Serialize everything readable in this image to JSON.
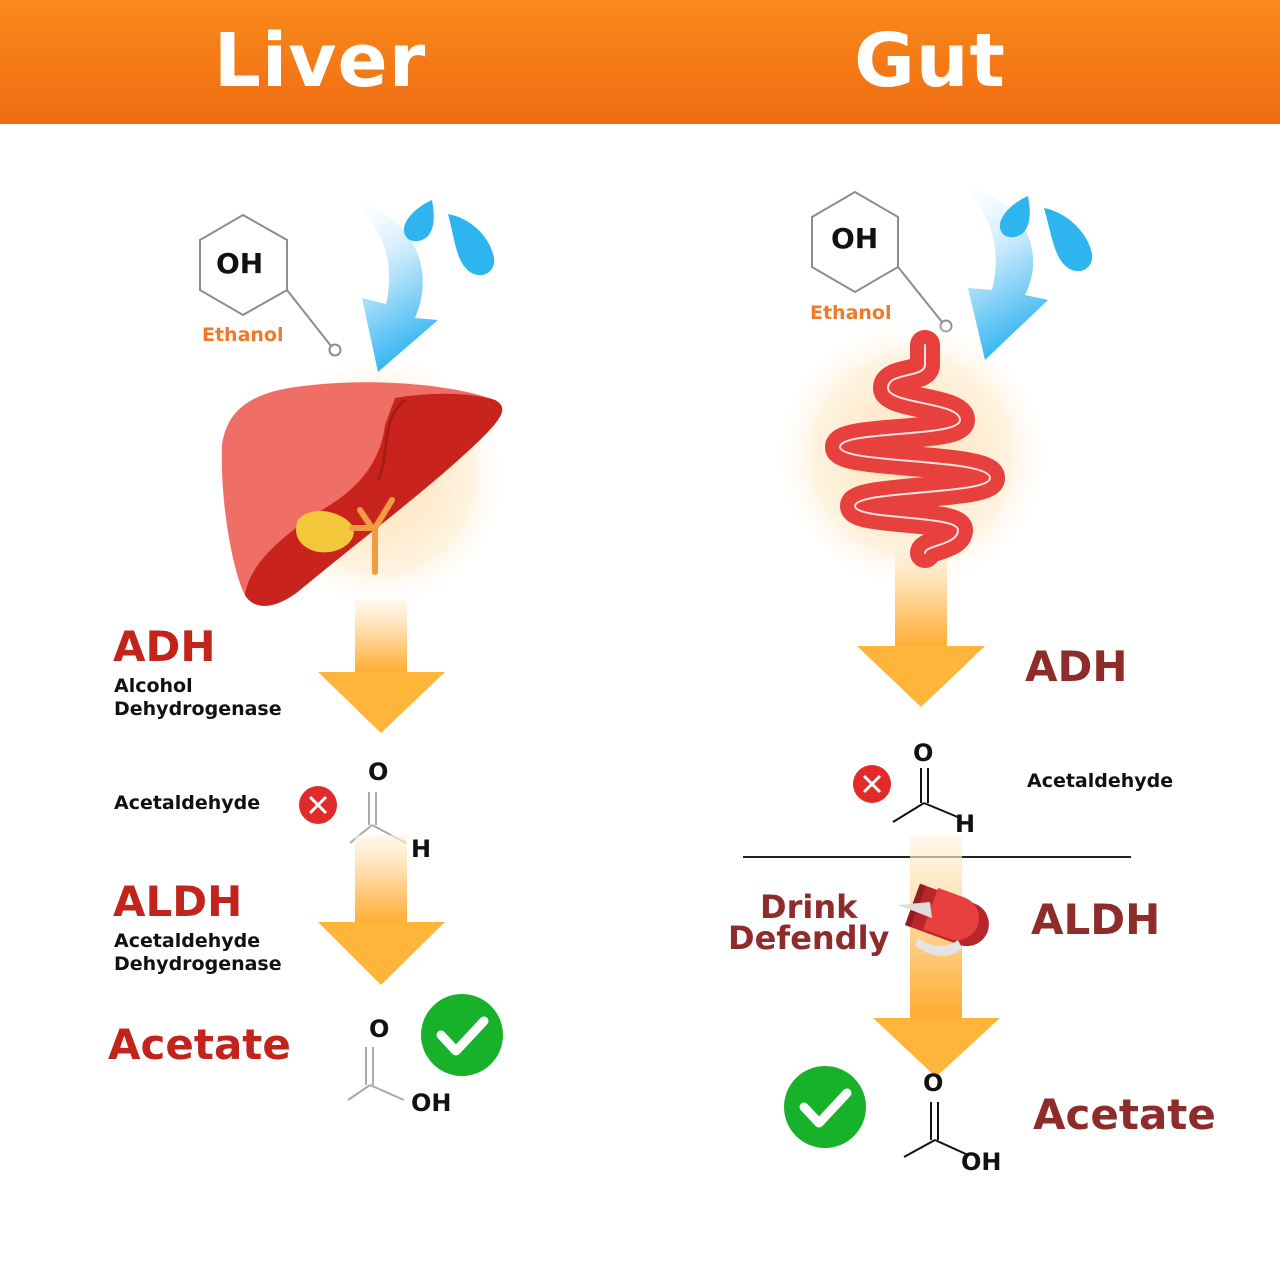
{
  "header": {
    "left_title": "Liver",
    "right_title": "Gut"
  },
  "colors": {
    "header_orange": "#f47b17",
    "enzyme_red": "#c0241a",
    "enzyme_maroon": "#8e2c2c",
    "ethanol_orange": "#ee7a2a",
    "check_green": "#17b12a",
    "cross_red": "#e12b2b"
  },
  "liver": {
    "ethanol_oh": "OH",
    "ethanol_label": "Ethanol",
    "adh_label": "ADH",
    "adh_full_line1": "Alcohol",
    "adh_full_line2": "Dehydrogenase",
    "acetaldehyde_label": "Acetaldehyde",
    "acetaldehyde_o": "O",
    "acetaldehyde_h": "H",
    "aldh_label": "ALDH",
    "aldh_full_line1": "Acetaldehyde",
    "aldh_full_line2": "Dehydrogenase",
    "acetate_label": "Acetate",
    "acetate_o": "O",
    "acetate_oh": "OH",
    "icons": [
      "water-drop-icon",
      "liver-icon",
      "cross-icon",
      "check-icon"
    ]
  },
  "gut": {
    "ethanol_oh": "OH",
    "ethanol_label": "Ethanol",
    "adh_label": "ADH",
    "acetaldehyde_label": "Acetaldehyde",
    "acetaldehyde_o": "O",
    "acetaldehyde_h": "H",
    "product_line1": "Drink",
    "product_line2": "Defendly",
    "aldh_label": "ALDH",
    "acetate_label": "Acetate",
    "acetate_o": "O",
    "acetate_oh": "OH",
    "icons": [
      "water-drop-icon",
      "intestine-icon",
      "cross-icon",
      "capsule-icon",
      "check-icon"
    ]
  }
}
